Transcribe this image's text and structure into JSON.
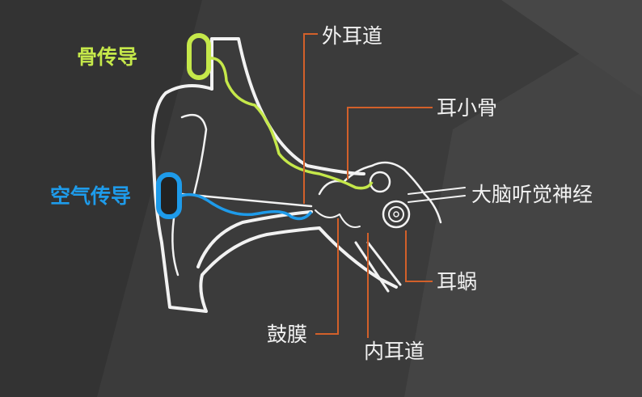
{
  "labels": {
    "bone_conduction": "骨传导",
    "air_conduction": "空气传导",
    "outer_ear_canal": "外耳道",
    "ossicles": "耳小骨",
    "auditory_nerve": "大脑听觉神经",
    "cochlea": "耳蜗",
    "eardrum": "鼓膜",
    "inner_ear_canal": "内耳道"
  },
  "colors": {
    "background": "#3b3b3b",
    "bone_conduction": "#c5e84a",
    "air_conduction": "#1e9bea",
    "leader_line": "#d2602a",
    "outline": "#f2f2f2"
  }
}
